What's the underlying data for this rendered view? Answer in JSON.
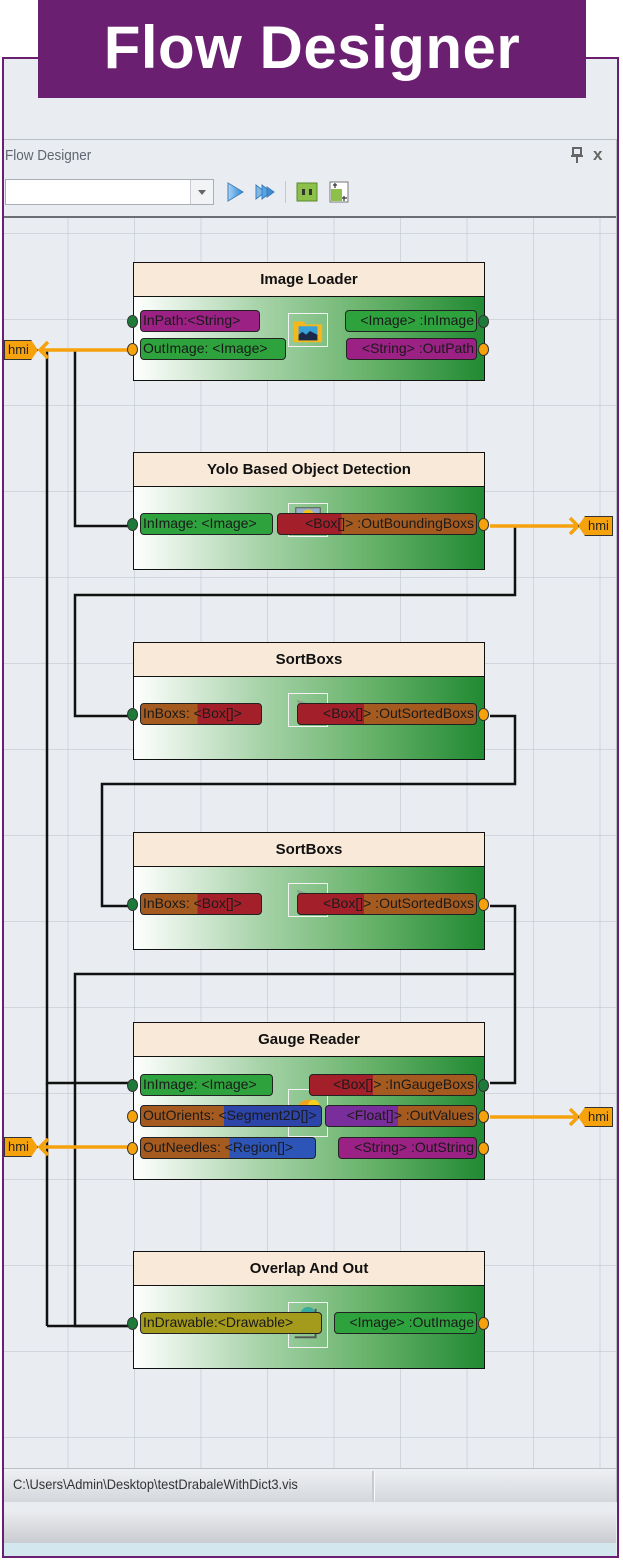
{
  "banner": {
    "title": "Flow Designer"
  },
  "panel": {
    "title": "Flow Designer",
    "pin_icon": "pin-icon",
    "close_label": "x"
  },
  "toolbar": {
    "combo_value": "",
    "buttons": [
      {
        "name": "run-button",
        "icon": "play-icon"
      },
      {
        "name": "run-all-button",
        "icon": "fast-forward-icon"
      },
      {
        "name": "fit-button",
        "icon": "fit-width-icon"
      },
      {
        "name": "add-node-button",
        "icon": "add-node-icon"
      }
    ]
  },
  "hmi_label": "hmi",
  "nodes": [
    {
      "title": "Image Loader",
      "inputs": [
        {
          "name": "InPath",
          "type": "<String>"
        },
        {
          "name": "OutImage",
          "type": "<Image>"
        }
      ],
      "outputs": [
        {
          "name": "InImage",
          "type": "<Image>"
        },
        {
          "name": "OutPath",
          "type": "<String>"
        }
      ]
    },
    {
      "title": "Yolo Based Object Detection",
      "inputs": [
        {
          "name": "InImage",
          "type": "<Image>"
        }
      ],
      "outputs": [
        {
          "name": "OutBoundingBoxs",
          "type": "<Box[]>"
        }
      ]
    },
    {
      "title": "SortBoxs",
      "inputs": [
        {
          "name": "InBoxs",
          "type": "<Box[]>"
        }
      ],
      "outputs": [
        {
          "name": "OutSortedBoxs",
          "type": "<Box[]>"
        }
      ]
    },
    {
      "title": "SortBoxs",
      "inputs": [
        {
          "name": "InBoxs",
          "type": "<Box[]>"
        }
      ],
      "outputs": [
        {
          "name": "OutSortedBoxs",
          "type": "<Box[]>"
        }
      ]
    },
    {
      "title": "Gauge Reader",
      "inputs": [
        {
          "name": "InImage",
          "type": "<Image>"
        },
        {
          "name": "OutOrients",
          "type": "<Segment2D[]>"
        },
        {
          "name": "OutNeedles",
          "type": "<Region[]>"
        }
      ],
      "outputs": [
        {
          "name": "InGaugeBoxs",
          "type": "<Box[]>"
        },
        {
          "name": "OutValues",
          "type": "<Float[]>"
        },
        {
          "name": "OutString",
          "type": "<String>"
        }
      ]
    },
    {
      "title": "Overlap And Out",
      "inputs": [
        {
          "name": "InDrawable",
          "type": "<Drawable>"
        }
      ],
      "outputs": [
        {
          "name": "OutImage",
          "type": "<Image>"
        }
      ]
    }
  ],
  "colors": {
    "banner": "#6a1f71",
    "hmi": "#f5a20d",
    "header": "#f9e9d8",
    "node_green": "#218a32"
  },
  "status": {
    "path": "C:\\Users\\Admin\\Desktop\\testDrabaleWithDict3.vis"
  }
}
